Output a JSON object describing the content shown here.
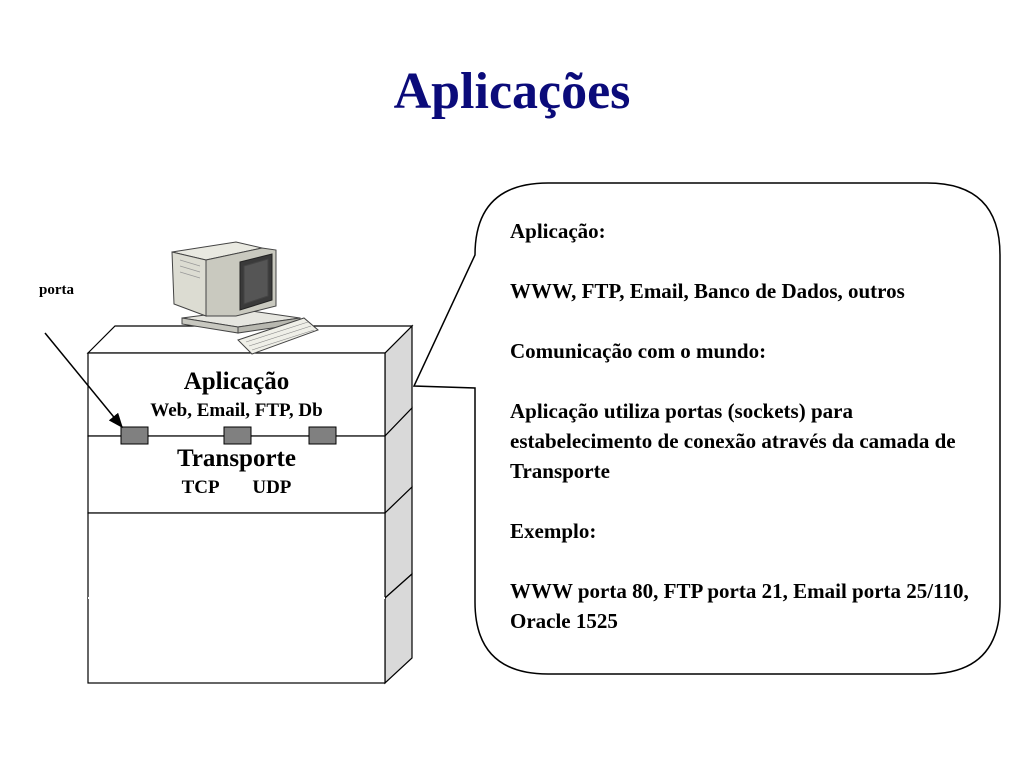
{
  "slide": {
    "title": "Aplicações"
  },
  "port_label": "porta",
  "layers": {
    "application": {
      "title": "Aplicação",
      "subtitle": "Web, Email, FTP, Db"
    },
    "transport": {
      "title": "Transporte",
      "protocols": [
        "TCP",
        "UDP"
      ]
    }
  },
  "callout": {
    "paragraphs": [
      "Aplicação:",
      "WWW, FTP, Email, Banco de Dados, outros",
      "Comunicação com o mundo:",
      "Aplicação utiliza portas  (sockets) para estabelecimento de conexão através da camada de Transporte",
      "Exemplo:",
      "WWW porta 80, FTP porta 21, Email porta 25/110, Oracle 1525"
    ]
  },
  "colors": {
    "title": "#0b0b7a",
    "stack_side": "#d9d9d9",
    "port": "#808080"
  },
  "icons": [
    "desktop-computer-icon",
    "arrow-pointer"
  ]
}
